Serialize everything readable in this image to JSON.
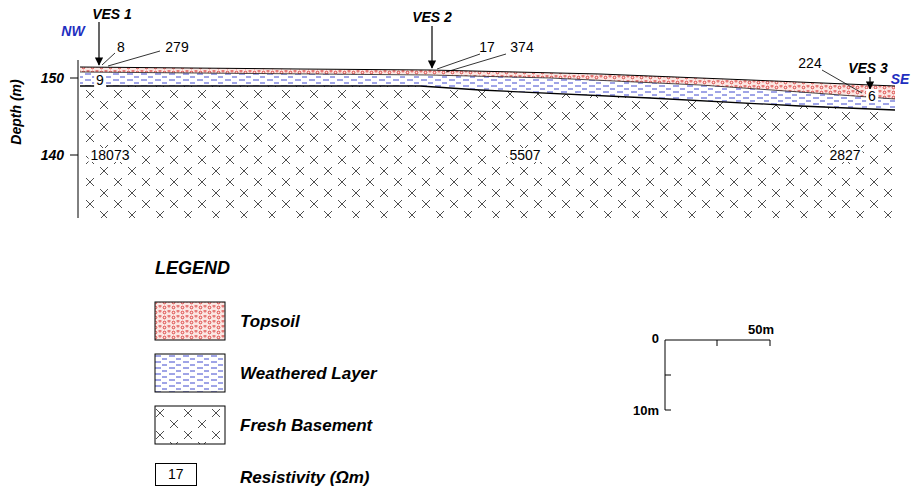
{
  "diagram": {
    "nodes": [
      {
        "text": [
          "17"
        ]
      }
    ],
    "labels": [
      "NW",
      "VES 1",
      "8",
      "279",
      "9",
      "VES 2",
      "17",
      "374",
      "VES 3",
      "SE",
      "224",
      "6",
      "Depth (m)",
      "150",
      "140",
      "18073",
      "5507",
      "2827",
      "LEGEND",
      "0",
      "50m",
      "10m"
    ],
    "legend": [
      {
        "text": "Topsoil"
      },
      {
        "text": "Weathered Layer"
      },
      {
        "text": "Fresh Basement"
      },
      {
        "text": "Resistivity (Ωm)"
      }
    ]
  }
}
